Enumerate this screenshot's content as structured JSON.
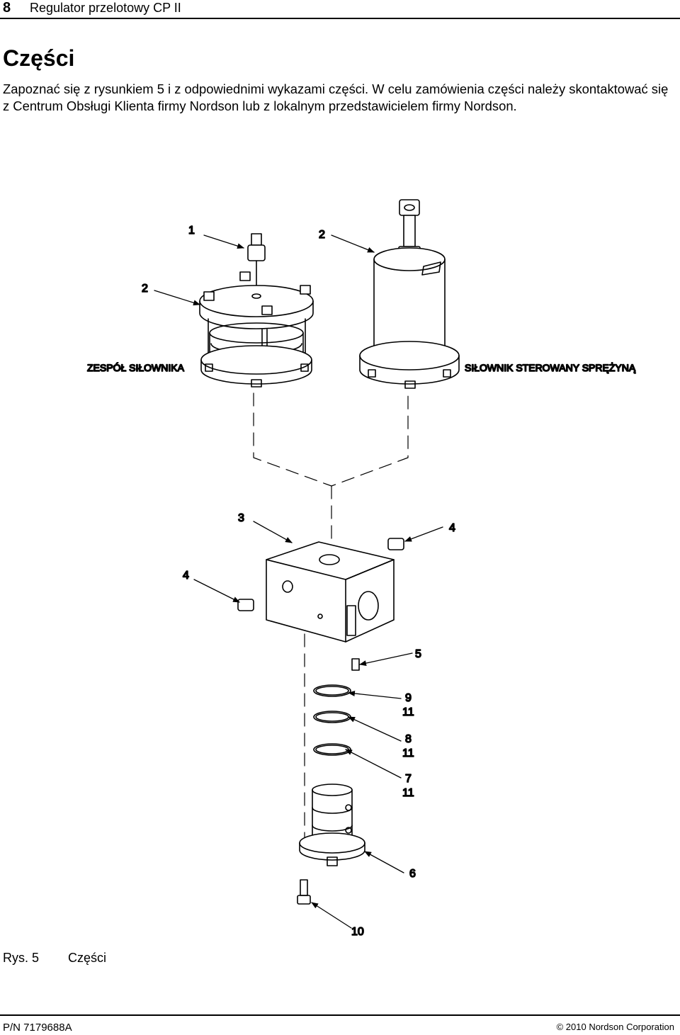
{
  "header": {
    "page_number": "8",
    "running_title": "Regulator przelotowy CP II"
  },
  "section_title": "Części",
  "intro": "Zapoznać się z rysunkiem 5 i z odpowiednimi wykazami części. W celu zamówienia części należy skontaktować się z Centrum Obsługi Klienta firmy Nordson lub z lokalnym przedstawicielem firmy Nordson.",
  "figure": {
    "assembly_labels": {
      "left": "ZESPÓŁ SIŁOWNIKA",
      "right": "SIŁOWNIK STEROWANY SPRĘŻYNĄ"
    },
    "callouts": {
      "c1": "1",
      "c2a": "2",
      "c2b": "2",
      "c3": "3",
      "c4a": "4",
      "c4b": "4",
      "c5": "5",
      "c9": "9",
      "c11a": "11",
      "c8": "8",
      "c11b": "11",
      "c7": "7",
      "c11c": "11",
      "c6": "6",
      "c10": "10"
    }
  },
  "caption": {
    "number": "Rys. 5",
    "text": "Części"
  },
  "footer": {
    "part_number": "P/N 7179688A",
    "copyright": "© 2010 Nordson Corporation"
  }
}
